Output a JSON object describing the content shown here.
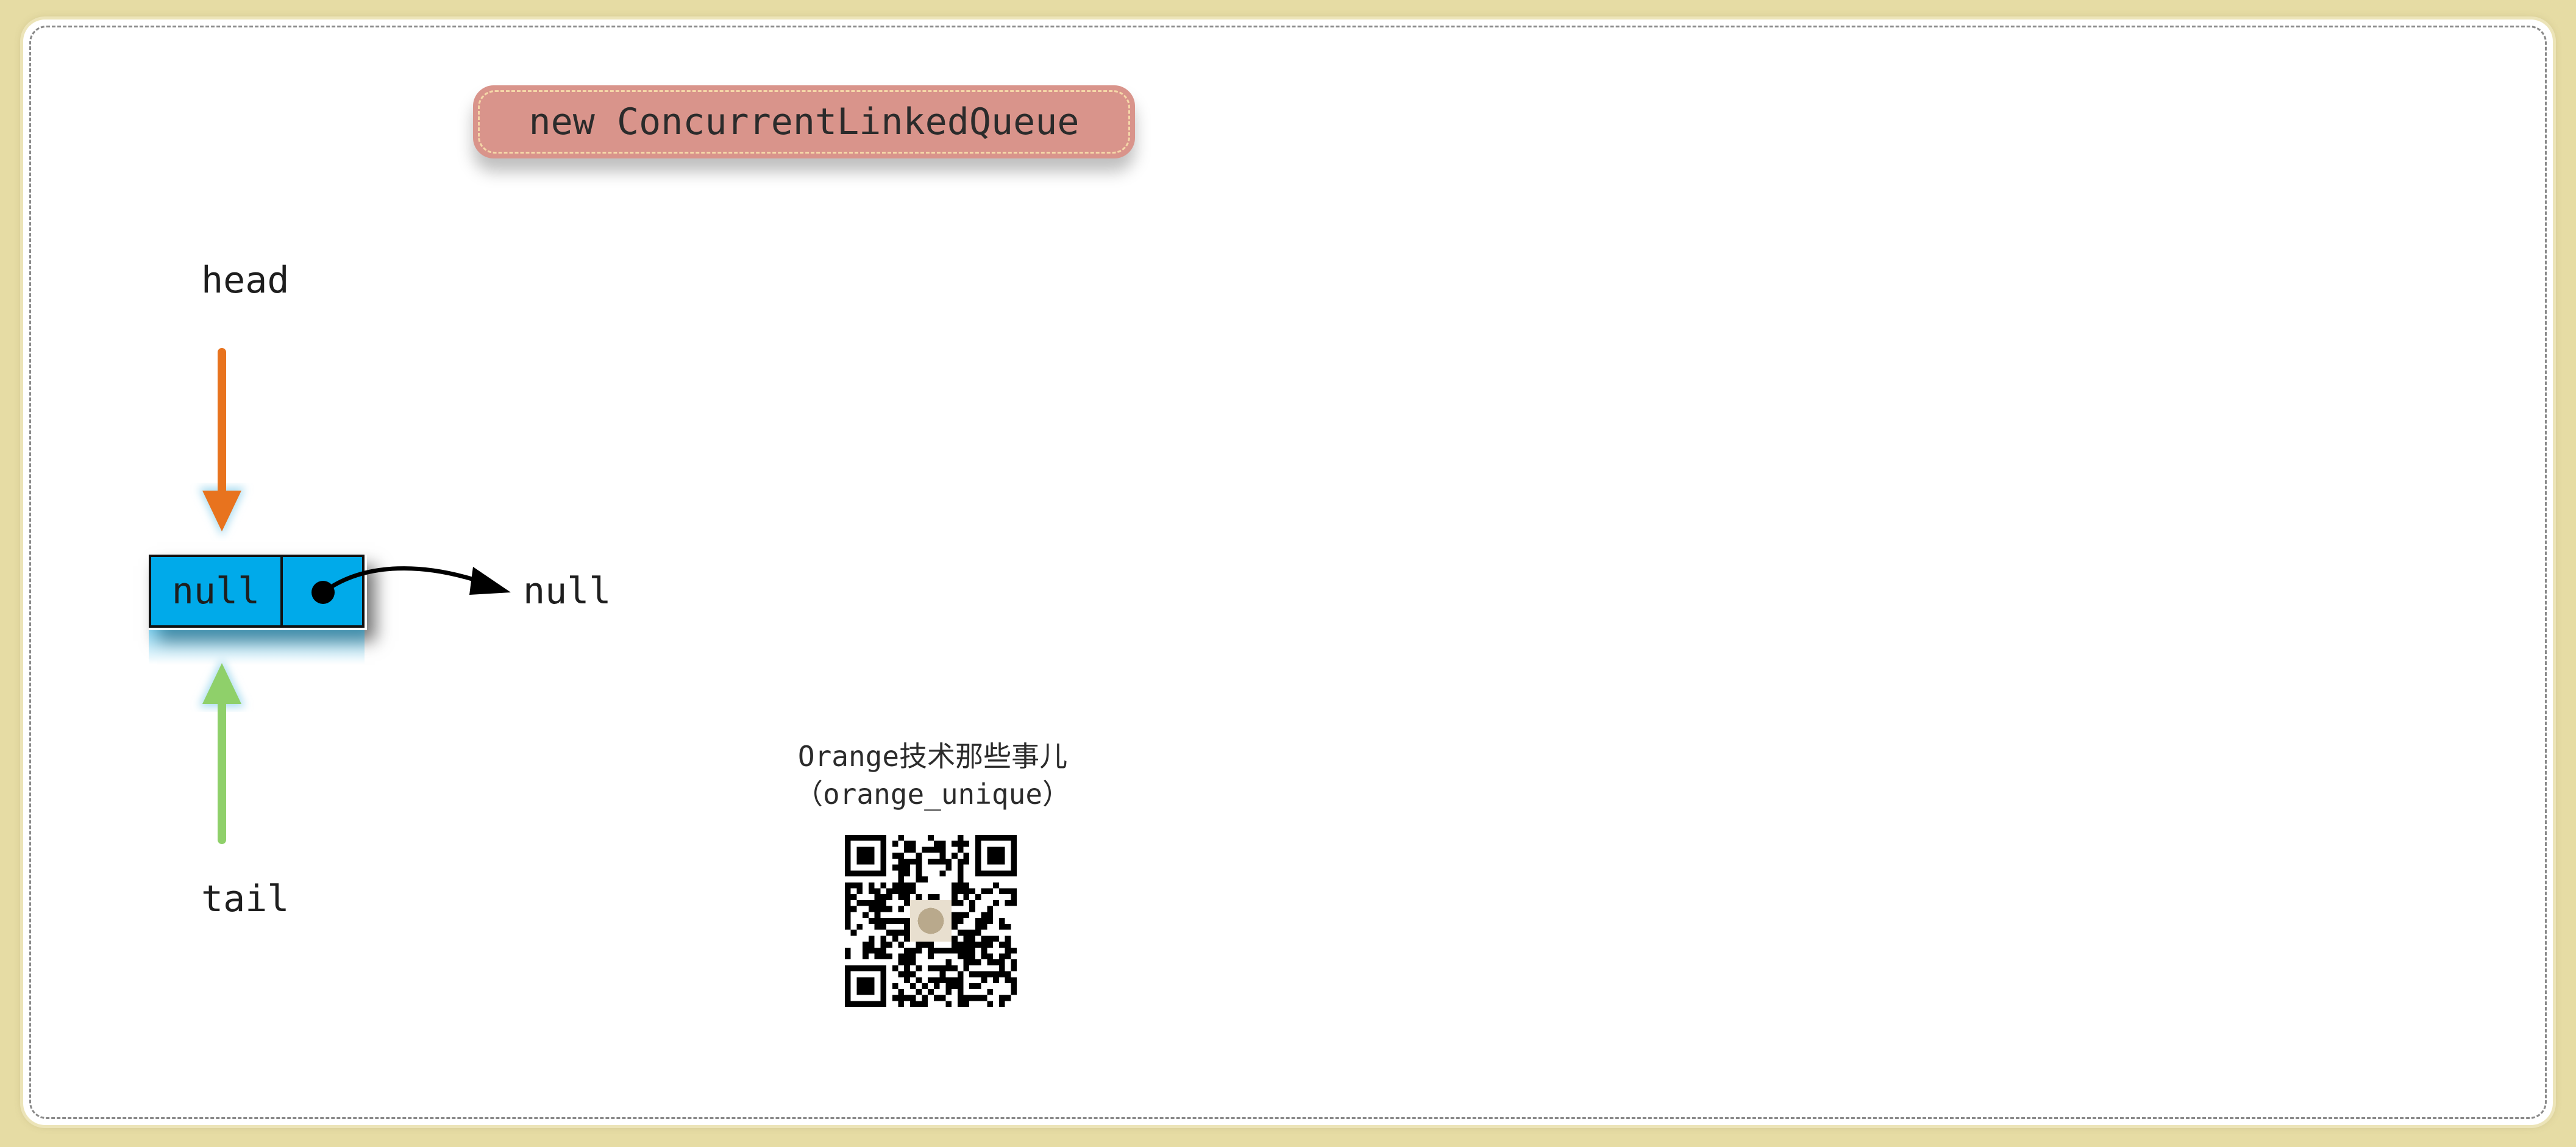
{
  "title": "new ConcurrentLinkedQueue",
  "pointers": {
    "head": "head",
    "tail": "tail"
  },
  "node": {
    "item": "null",
    "next": "null"
  },
  "footer": {
    "brand": "Orange技术那些事儿",
    "handle": "（orange_unique）"
  },
  "colors": {
    "background": "#e6dca4",
    "title_fill": "#d9948b",
    "node_fill": "#00aaea",
    "head_arrow": "#e8731e",
    "tail_arrow": "#8fd06a",
    "arrow_glow": "#a8dcf0"
  }
}
